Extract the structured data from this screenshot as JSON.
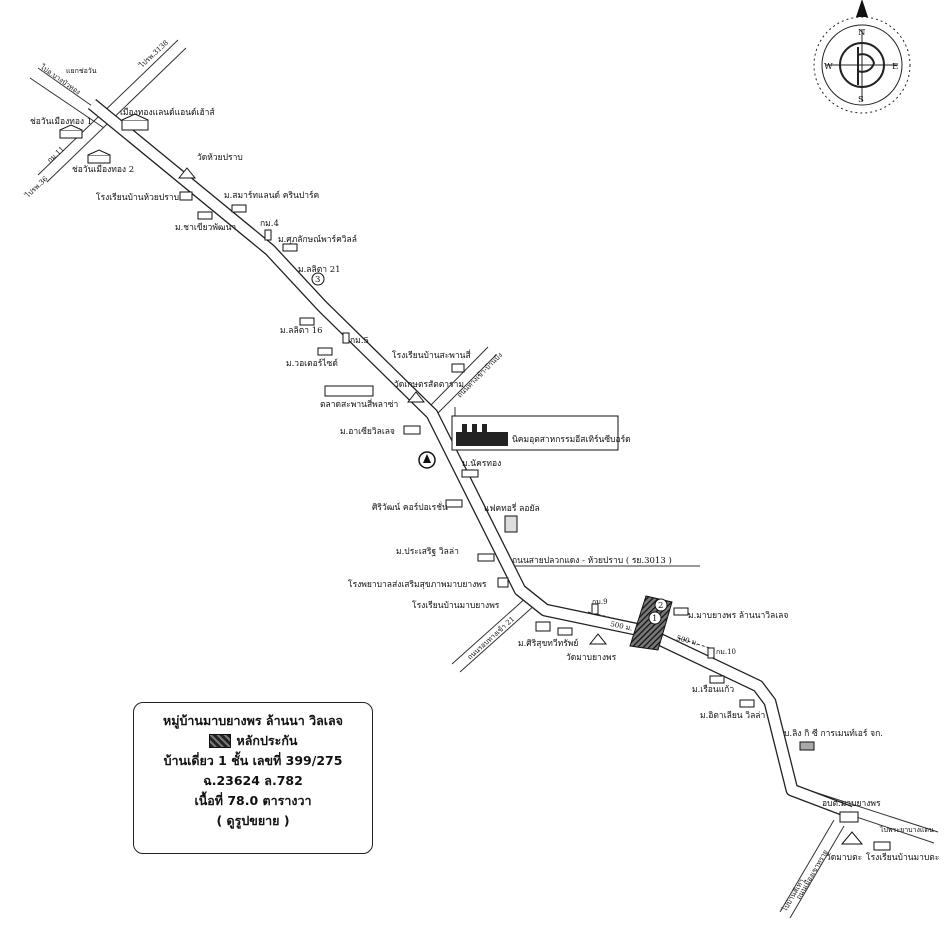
{
  "map": {
    "compass": {
      "north": "N",
      "south": "S",
      "east": "E",
      "west": "W"
    },
    "roads": {
      "top_left_up": "ไปอ.บางบัวทอง",
      "top_right": "ไปรพ.3138",
      "junction": "แยกช่อวัน",
      "bottom_left_km": "กม.11",
      "bottom_left": "ไปรพ.36",
      "side_road_1": "ถนนทางเข้า-บ้านบึง",
      "main_road": "ถนนสายปลวกแดง - ห้วยปราบ ( รย.3013 )",
      "side_road_2": "ถนนรอบทางเข้า 21",
      "side_road_3": "ถนนเมืองเขาทราย",
      "bottom_road": "ไปบ้านสีเทา",
      "right_road": "ไปพระยาบางแตน"
    },
    "places": [
      {
        "id": "p1",
        "text": "เมืองทองแลนด์แอนด์เฮ้าส์"
      },
      {
        "id": "p2",
        "text": "ช่อวันเมืองทอง 1"
      },
      {
        "id": "p3",
        "text": "ช่อวันเมืองทอง 2"
      },
      {
        "id": "p4",
        "text": "วัดห้วยปราบ"
      },
      {
        "id": "p5",
        "text": "โรงเรียนบ้านห้วยปราบ"
      },
      {
        "id": "p6",
        "text": "ม.สมาร์ทแลนด์ ครินปาร์ค"
      },
      {
        "id": "p7",
        "text": "ม.ชาเขียวพัฒนา"
      },
      {
        "id": "p8",
        "text": "กม.4"
      },
      {
        "id": "p9",
        "text": "ม.ศุภลักษณ์พาร์ควิลล์"
      },
      {
        "id": "p10",
        "text": "ม.ลลิตา 21"
      },
      {
        "id": "p11",
        "text": "ม.ลลิตา 16"
      },
      {
        "id": "p12",
        "text": "กม.5"
      },
      {
        "id": "p13",
        "text": "ม.วอเตอร์ไซด์"
      },
      {
        "id": "p14",
        "text": "โรงเรียนบ้านสะพานสี่"
      },
      {
        "id": "p15",
        "text": "วัดเกษตรสัตตาราม"
      },
      {
        "id": "p16",
        "text": "ตลาดสะพานสี่พลาซ่า"
      },
      {
        "id": "p17",
        "text": "ม.อาเซียวิลเลจ"
      },
      {
        "id": "p18",
        "text": "นิคมอุตสาหกรรมอีสเทิร์นซีบอร์ด"
      },
      {
        "id": "p19",
        "text": "ม.นัครทอง"
      },
      {
        "id": "p20",
        "text": "ศิริวัฒน์ คอร์ปอเรชั่น"
      },
      {
        "id": "p21",
        "text": "แฟคทอรี่ ลอยัล"
      },
      {
        "id": "p22",
        "text": "ม.ประเสริฐ วิลล่า"
      },
      {
        "id": "p23",
        "text": "โรงพยาบาลส่งเสริมสุขภาพมาบยางพร"
      },
      {
        "id": "p24",
        "text": "โรงเรียนบ้านมาบยางพร"
      },
      {
        "id": "p25",
        "text": "ม.มาบยางพร ล้านนาวิลเลจ"
      },
      {
        "id": "p26",
        "text": "กม.9"
      },
      {
        "id": "p27",
        "text": "กม.10"
      },
      {
        "id": "p28",
        "text": "ม.ศิริสุขทวีทรัพย์"
      },
      {
        "id": "p29",
        "text": "วัดมาบยางพร"
      },
      {
        "id": "p30",
        "text": "ม.เรือนแก้ว"
      },
      {
        "id": "p31",
        "text": "ม.อิตาเลียน วิลล่า"
      },
      {
        "id": "p32",
        "text": "บ.ลิง กิ ซี การเมนท์เอร์ จก."
      },
      {
        "id": "p33",
        "text": "อบต.มาบยางพร"
      },
      {
        "id": "p34",
        "text": "วัดมาบตะ"
      },
      {
        "id": "p35",
        "text": "โรงเรียนบ้านมาบตะ"
      },
      {
        "id": "d1",
        "text": "500 ม."
      },
      {
        "id": "d2",
        "text": "500 ม."
      }
    ],
    "markers": [
      "1",
      "2",
      "3"
    ]
  },
  "legend": {
    "title": "หมู่บ้านมาบยางพร ล้านนา วิลเลจ",
    "key_label": "หลักประกัน",
    "line1": "บ้านเดี่ยว 1 ชั้น เลขที่ 399/275",
    "line2": "ฉ.23624 ล.782",
    "line3": "เนื้อที่ 78.0 ตารางวา",
    "line4": "( ดูรูปขยาย )"
  },
  "colors": {
    "ink": "#111111",
    "road": "#ffffff",
    "hatch": "#333333"
  }
}
